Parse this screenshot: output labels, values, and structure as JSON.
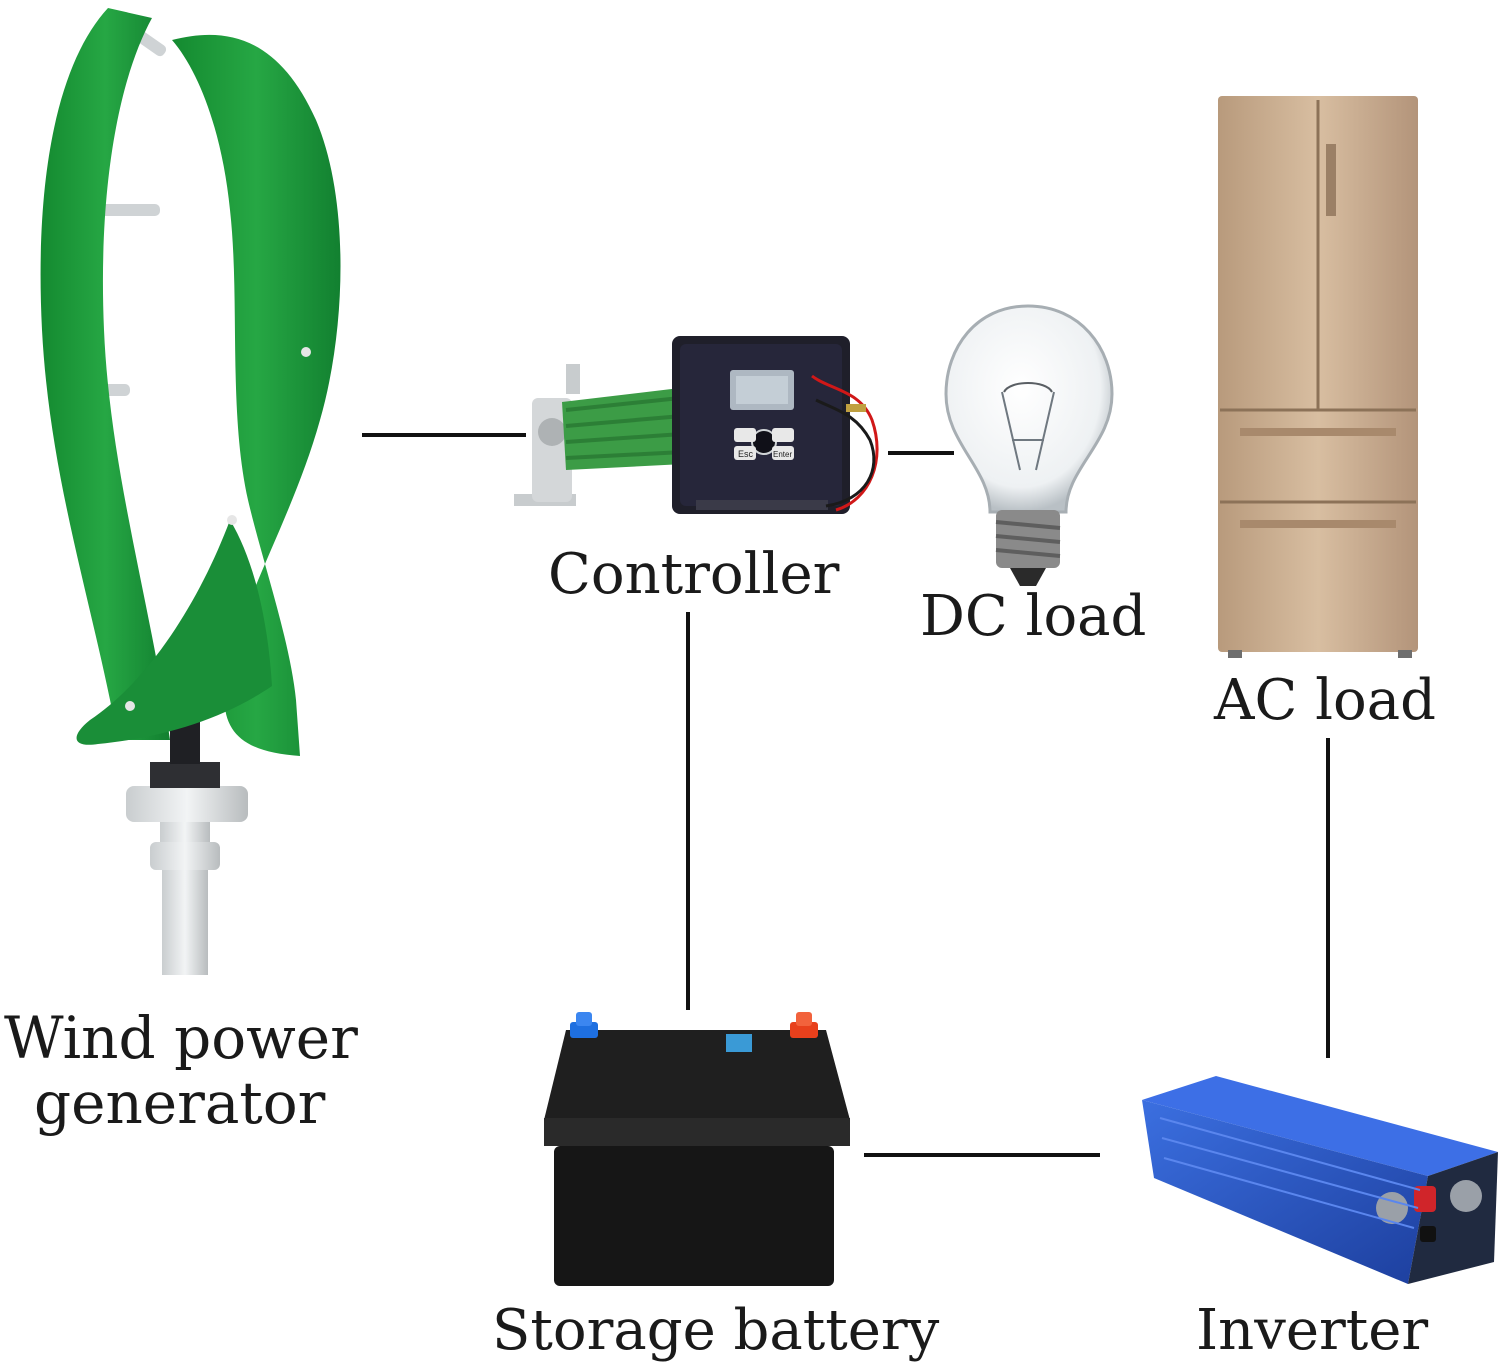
{
  "labels": {
    "wind_line1": "Wind power",
    "wind_line2": "generator",
    "controller": "Controller",
    "dc_load": "DC load",
    "ac_load": "AC load",
    "storage_battery": "Storage battery",
    "inverter": "Inverter"
  },
  "controller_panel": {
    "esc": "Esc",
    "enter": "Enter"
  },
  "colors": {
    "wind_blade": "#1f9a3f",
    "resistor": "#3c9c46",
    "controller_body": "#1f1f2a",
    "bulb_base": "#8a8a8a",
    "fridge": "#cdb192",
    "battery_body": "#161616",
    "terminal_negative": "#1e6fe0",
    "terminal_positive": "#e8401c",
    "inverter": "#2b56c8",
    "connector_line": "#111111"
  }
}
